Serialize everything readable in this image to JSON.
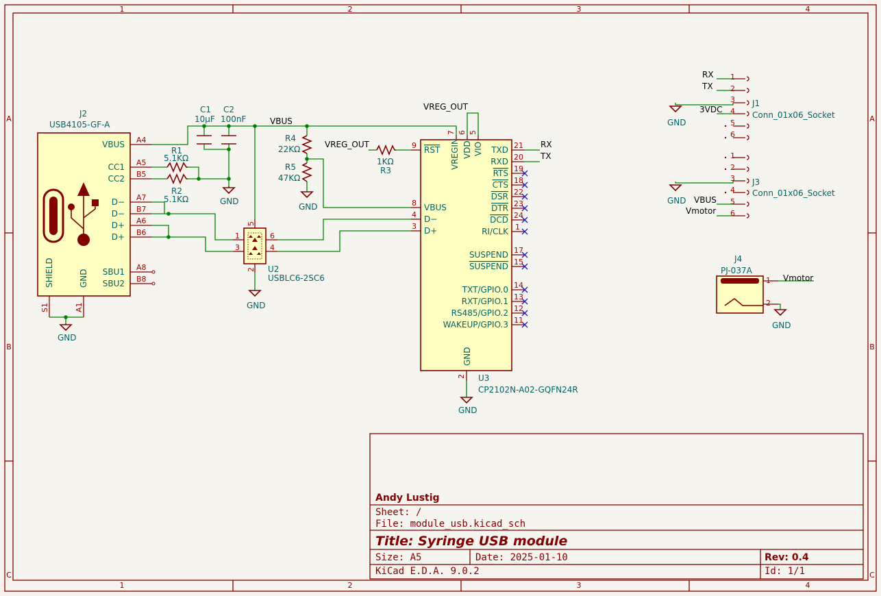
{
  "frame": {
    "columns": [
      "1",
      "2",
      "3",
      "4"
    ],
    "rows": [
      "A",
      "B",
      "C"
    ]
  },
  "title_block": {
    "author": "Andy Lustig",
    "sheet": "Sheet: /",
    "file": "File: module_usb.kicad_sch",
    "title": "Title: Syringe USB module",
    "size": "Size: A5",
    "date": "Date: 2025-01-10",
    "rev": "Rev: 0.4",
    "tool": "KiCad E.D.A. 9.0.2",
    "id": "Id: 1/1"
  },
  "components": {
    "j2": {
      "ref": "J2",
      "value": "USB4105-GF-A",
      "pins": [
        {
          "name": "VBUS",
          "num": "A4"
        },
        {
          "name": "CC1",
          "num": "A5"
        },
        {
          "name": "CC2",
          "num": "B5"
        },
        {
          "name": "D−",
          "num": "A7"
        },
        {
          "name": "D−",
          "num": "B7"
        },
        {
          "name": "D+",
          "num": "A6"
        },
        {
          "name": "D+",
          "num": "B6"
        },
        {
          "name": "SBU1",
          "num": "A8"
        },
        {
          "name": "SBU2",
          "num": "B8"
        }
      ],
      "shield_label": "SHIELD",
      "gnd_label": "GND",
      "shield_num": "S1",
      "gnd_num": "A1"
    },
    "c1": {
      "ref": "C1",
      "value": "10µF"
    },
    "c2": {
      "ref": "C2",
      "value": "100nF"
    },
    "r1": {
      "ref": "R1",
      "value": "5.1KΩ"
    },
    "r2": {
      "ref": "R2",
      "value": "5.1KΩ"
    },
    "r3": {
      "ref": "R3",
      "value": "1KΩ"
    },
    "r4": {
      "ref": "R4",
      "value": "22KΩ"
    },
    "r5": {
      "ref": "R5",
      "value": "47KΩ"
    },
    "u2": {
      "ref": "U2",
      "value": "USBLC6-2SC6",
      "pins": [
        "1",
        "2",
        "3",
        "4",
        "5",
        "6"
      ]
    },
    "u3": {
      "ref": "U3",
      "value": "CP2102N-A02-GQFN24R",
      "top_pins": [
        {
          "name": "VREGIN",
          "num": "7"
        },
        {
          "name": "VDD",
          "num": "6"
        },
        {
          "name": "VIO",
          "num": "5"
        }
      ],
      "left_pins": [
        {
          "name": "RST",
          "num": "9"
        },
        {
          "name": "VBUS",
          "num": "8"
        },
        {
          "name": "D−",
          "num": "4"
        },
        {
          "name": "D+",
          "num": "3"
        }
      ],
      "right_pins": [
        {
          "name": "TXD",
          "num": "21"
        },
        {
          "name": "RXD",
          "num": "20"
        },
        {
          "name": "RTS",
          "num": "19"
        },
        {
          "name": "CTS",
          "num": "18"
        },
        {
          "name": "DSR",
          "num": "22"
        },
        {
          "name": "DTR",
          "num": "23"
        },
        {
          "name": "DCD",
          "num": "24"
        },
        {
          "name": "RI/CLK",
          "num": "1"
        },
        {
          "name": "SUSPEND",
          "num": "17"
        },
        {
          "name": "SUSPEND",
          "num": "15"
        },
        {
          "name": "TXT/GPIO.0",
          "num": "14"
        },
        {
          "name": "RXT/GPIO.1",
          "num": "13"
        },
        {
          "name": "RS485/GPIO.2",
          "num": "12"
        },
        {
          "name": "WAKEUP/GPIO.3",
          "num": "11"
        }
      ],
      "gnd_name": "GND",
      "gnd_num": "2"
    },
    "j1": {
      "ref": "J1",
      "value": "Conn_01x06_Socket",
      "pins": [
        "1",
        "2",
        "3",
        "4",
        "5",
        "6"
      ]
    },
    "j3": {
      "ref": "J3",
      "value": "Conn_01x06_Socket",
      "pins": [
        "1",
        "2",
        "3",
        "4",
        "5",
        "6"
      ]
    },
    "j4": {
      "ref": "J4",
      "value": "PJ-037A",
      "pins": [
        "1",
        "2"
      ]
    }
  },
  "nets": {
    "vbus": "VBUS",
    "vreg_out": "VREG_OUT",
    "rx": "RX",
    "tx": "TX",
    "v3dc": "3VDC",
    "vmotor": "Vmotor",
    "gnd": "GND"
  }
}
